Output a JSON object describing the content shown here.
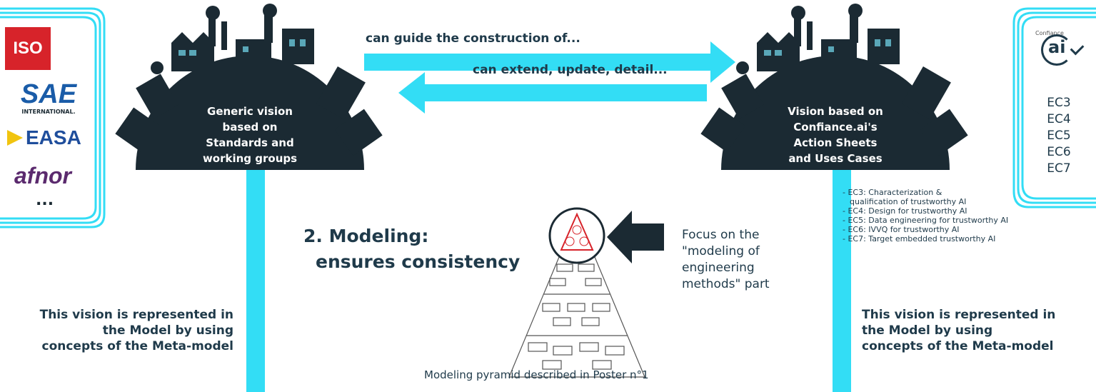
{
  "left_logos": {
    "iso": "ISO",
    "sae": "SAE",
    "sae_sub": "INTERNATIONAL.",
    "easa": "EASA",
    "afnor": "afnor",
    "more": "..."
  },
  "left_bubble": {
    "lines": [
      "Generic vision",
      "based on",
      "Standards and",
      "working groups"
    ]
  },
  "right_bubble": {
    "lines": [
      "Vision based on",
      "Confiance.ai's",
      "Action Sheets",
      "and Uses Cases"
    ]
  },
  "arrow_top_label": "can guide the construction of...",
  "arrow_bottom_label": "can extend, update, detail...",
  "modeling_title": {
    "line1": "2. Modeling:",
    "line2": "ensures consistency"
  },
  "focus_text": {
    "lines": [
      "Focus on the",
      "\"modeling of",
      "engineering",
      "methods\" part"
    ]
  },
  "pyramid_caption": "Modeling pyramid described in Poster n°1",
  "left_vision": {
    "lines": [
      "This vision is represented in",
      "the Model by using",
      "concepts of the Meta-model"
    ]
  },
  "right_vision": {
    "lines": [
      "This vision is represented in",
      "the Model by using",
      "concepts of the Meta-model"
    ]
  },
  "confiance_logo": {
    "small": "Confiance",
    "main": "ai"
  },
  "ec_list": [
    "EC3",
    "EC4",
    "EC5",
    "EC6",
    "EC7"
  ],
  "ec_descriptions": [
    "- EC3: Characterization &",
    "qualification of trustworthy AI",
    "- EC4: Design for trustworthy AI",
    "- EC5: Data engineering for trustworthy AI",
    "- EC6: IVVQ for trustworthy AI",
    "- EC7: Target embedded trustworthy AI"
  ],
  "colors": {
    "cyan": "#33ddf5",
    "navy": "#1b2a33",
    "text": "#1f3a4a",
    "red": "#d7232a",
    "sae_blue": "#1a5ca8",
    "easa_blue": "#1f4e9c",
    "afnor_purple": "#5b2a6e"
  }
}
